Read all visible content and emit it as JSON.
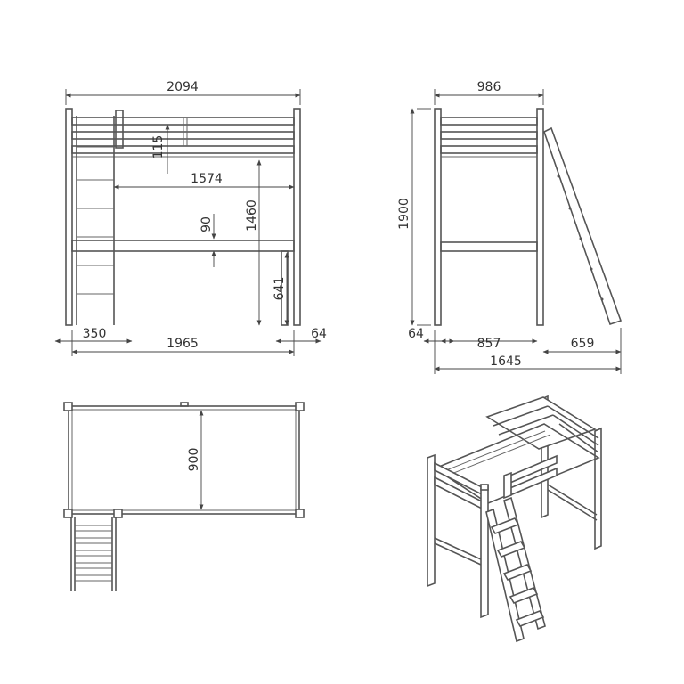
{
  "colors": {
    "line": "#555555",
    "dimension": "#444444",
    "background": "#ffffff"
  },
  "front_view": {
    "overall_length": "2094",
    "rail_gap": "115",
    "inner_length": "1574",
    "slat_thickness": "90",
    "platform_height": "1460",
    "underside_clearance": "641",
    "ladder_width": "350",
    "frame_length": "1965",
    "post_width": "64"
  },
  "side_view": {
    "overall_width": "986",
    "overall_height": "1900",
    "post_width": "64",
    "frame_width": "857",
    "ladder_projection": "659",
    "overall_depth": "1645"
  },
  "top_view": {
    "mattress_width": "900"
  }
}
